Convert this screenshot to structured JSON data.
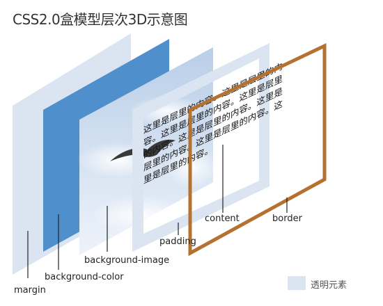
{
  "title": "CSS2.0盒模型层次3D示意图",
  "content_text": [
    "这里是层里的内容。这里是层里的内",
    "容。这里是层里的内容。这里是层里",
    "的内容。这里是层里的内容。这里是",
    "层里的内容。这里是层里的内容。这",
    "里是层里的内容。"
  ],
  "labels": {
    "margin": "margin",
    "background_color": "background-color",
    "background_image": "background-image",
    "padding": "padding",
    "content": "content",
    "border": "border"
  },
  "legend": {
    "text": "透明元素"
  },
  "colors": {
    "transparent_layer": "#dbe5f1",
    "background_color_layer": "#4f8fcb",
    "border": "#b5712f",
    "sky_top": "#b9cee8",
    "sky_bottom": "#eef3fa"
  }
}
